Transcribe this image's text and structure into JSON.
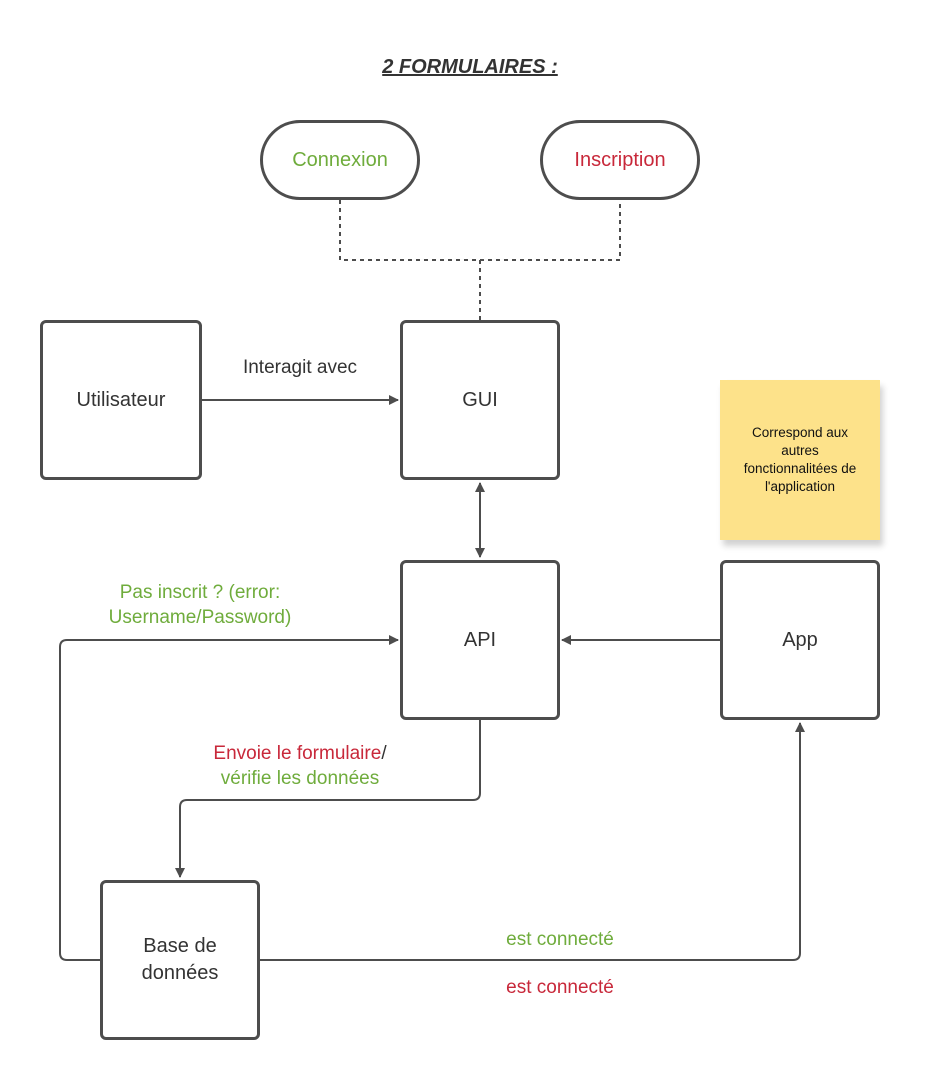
{
  "title": "2 FORMULAIRES :",
  "colors": {
    "green": "#6fac3c",
    "red": "#c8283a",
    "stroke": "#4d4d4d",
    "sticky": "#fde28a",
    "text": "#333333"
  },
  "forms": {
    "connexion": "Connexion",
    "inscription": "Inscription"
  },
  "boxes": {
    "utilisateur": "Utilisateur",
    "gui": "GUI",
    "api": "API",
    "app": "App",
    "database_line1": "Base de",
    "database_line2": "données"
  },
  "edges": {
    "interagit": "Interagit avec",
    "pas_inscrit_line1": "Pas inscrit ? (error:",
    "pas_inscrit_line2": "Username/Password)",
    "envoie_red": "Envoie le formulaire",
    "envoie_slash": "/",
    "verifie": "vérifie les données",
    "connecte_green": "est connecté",
    "connecte_red": "est connecté"
  },
  "sticky_note": {
    "line1": "Correspond aux",
    "line2": "autres",
    "line3": "fonctionnalitées de",
    "line4": "l'application"
  }
}
